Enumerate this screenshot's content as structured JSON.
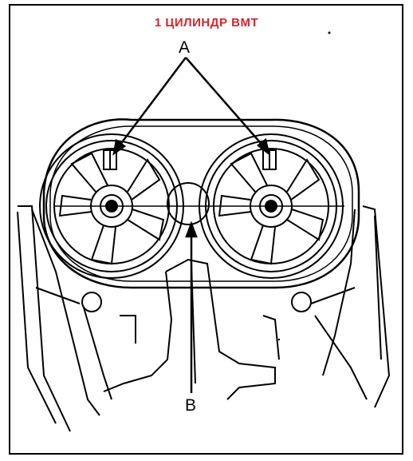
{
  "diagram": {
    "title": "1 ЦИЛИНДР ВМТ",
    "title_color": "#d8242c",
    "label_a": "A",
    "label_b": "B",
    "line_color": "#000000"
  }
}
